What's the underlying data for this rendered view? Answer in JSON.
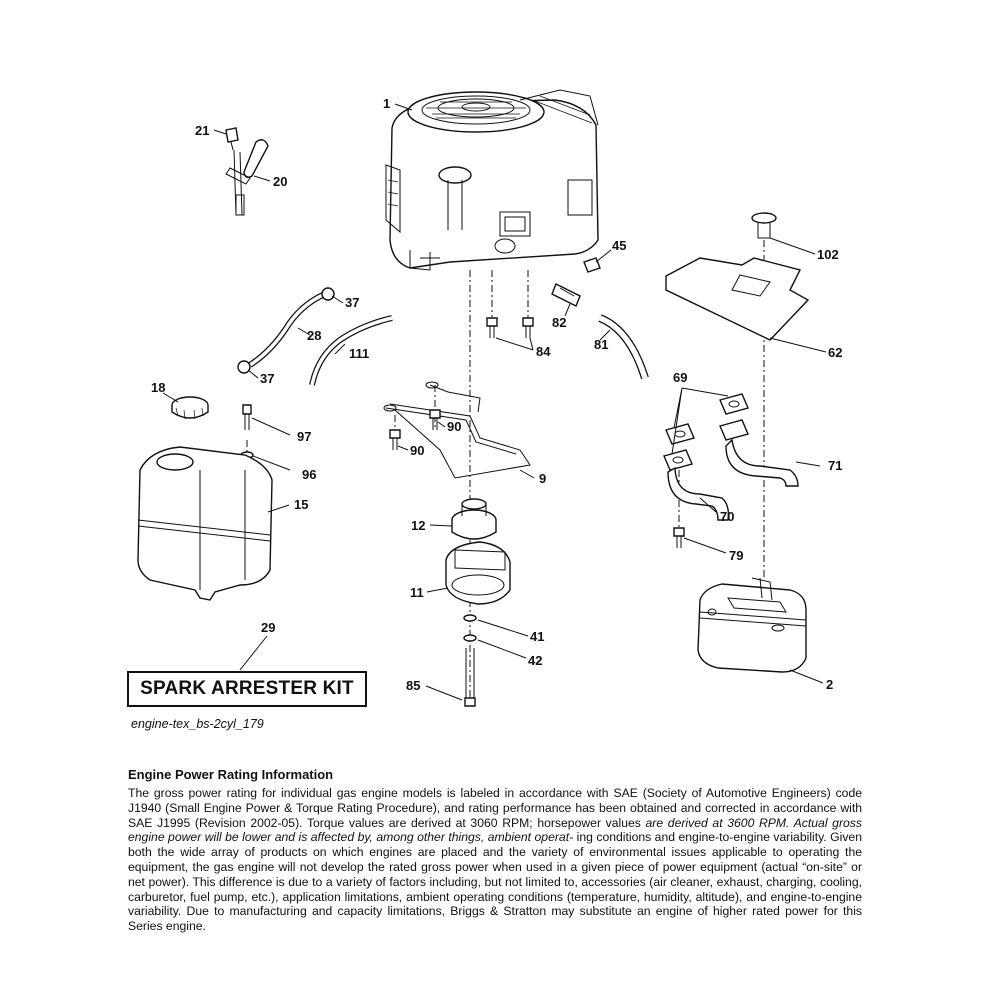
{
  "diagram": {
    "figure_id": "engine-tex_bs-2cyl_179",
    "kit_label": "SPARK ARRESTER KIT",
    "callouts": [
      {
        "id": "c1",
        "text": "1"
      },
      {
        "id": "c21",
        "text": "21"
      },
      {
        "id": "c20",
        "text": "20"
      },
      {
        "id": "c45",
        "text": "45"
      },
      {
        "id": "c102",
        "text": "102"
      },
      {
        "id": "c37a",
        "text": "37"
      },
      {
        "id": "c28",
        "text": "28"
      },
      {
        "id": "c111",
        "text": "111"
      },
      {
        "id": "c37b",
        "text": "37"
      },
      {
        "id": "c82",
        "text": "82"
      },
      {
        "id": "c84",
        "text": "84"
      },
      {
        "id": "c81",
        "text": "81"
      },
      {
        "id": "c62",
        "text": "62"
      },
      {
        "id": "c18",
        "text": "18"
      },
      {
        "id": "c97",
        "text": "97"
      },
      {
        "id": "c90a",
        "text": "90"
      },
      {
        "id": "c90b",
        "text": "90"
      },
      {
        "id": "c69",
        "text": "69"
      },
      {
        "id": "c71",
        "text": "71"
      },
      {
        "id": "c96",
        "text": "96"
      },
      {
        "id": "c9",
        "text": "9"
      },
      {
        "id": "c15",
        "text": "15"
      },
      {
        "id": "c12",
        "text": "12"
      },
      {
        "id": "c70",
        "text": "70"
      },
      {
        "id": "c79",
        "text": "79"
      },
      {
        "id": "c11",
        "text": "11"
      },
      {
        "id": "c29",
        "text": "29"
      },
      {
        "id": "c41",
        "text": "41"
      },
      {
        "id": "c42",
        "text": "42"
      },
      {
        "id": "c85",
        "text": "85"
      },
      {
        "id": "c2",
        "text": "2"
      }
    ]
  },
  "info": {
    "title": "Engine Power Rating Information",
    "text_1": "The gross power rating for individual gas engine models is labeled in accordance with SAE (Society of Automotive Engineers) code J1940 (Small Engine Power & Torque Rating Procedure), and rating performance has been obtained and corrected in accordance with SAE J1995 (Revision 2002-05). Torque values are derived at 3060 RPM; horsepower values ",
    "text_italic": "are derived at 3600 RPM. Actual gross engine power will be lower and is affected by, among other things, ambient operat-",
    "text_2": "ing conditions and engine-to-engine variability. Given both the wide array of products on which engines are placed and the variety of environmental issues applicable to operating the equipment, the gas engine will not develop the rated gross power when used in a given piece of power equipment (actual “on-site” or net power). This difference is due to a variety of factors including, but not limited to, accessories (air cleaner, exhaust, charging, cooling, carburetor, fuel pump, etc.), application limitations, ambient operating conditions (temperature, humidity, altitude), and engine-to-engine variability. Due to manufacturing and capacity limitations, Briggs & Stratton may substitute an engine of higher rated power for this Series engine."
  }
}
